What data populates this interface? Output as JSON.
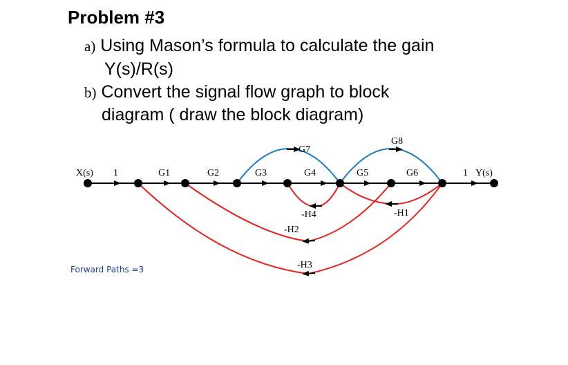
{
  "problem": {
    "title": "Problem #3",
    "a_marker": "a)",
    "a_line1": "Using Mason’s formula to calculate the gain",
    "a_line2": "Y(s)/R(s)",
    "b_marker": "b)",
    "b_line1": "Convert the signal flow graph to block",
    "b_line2": "diagram ( draw the block diagram)"
  },
  "graph": {
    "input_label": "X(s)",
    "output_label": "Y(s)",
    "forward_gains": [
      "1",
      "G1",
      "G2",
      "G3",
      "G4",
      "G5",
      "G6",
      "1"
    ],
    "feedforward_G7": "G7",
    "feedforward_G8": "G8",
    "feedback_H1": "-H1",
    "feedback_H2": "-H2",
    "feedback_H3": "-H3",
    "feedback_H4": "-H4",
    "colors": {
      "forward": "#000000",
      "feedforward": "#1a7bc4",
      "feedback": "#e8211c"
    }
  },
  "annotation": {
    "forward_paths": "Forward Paths =3"
  }
}
